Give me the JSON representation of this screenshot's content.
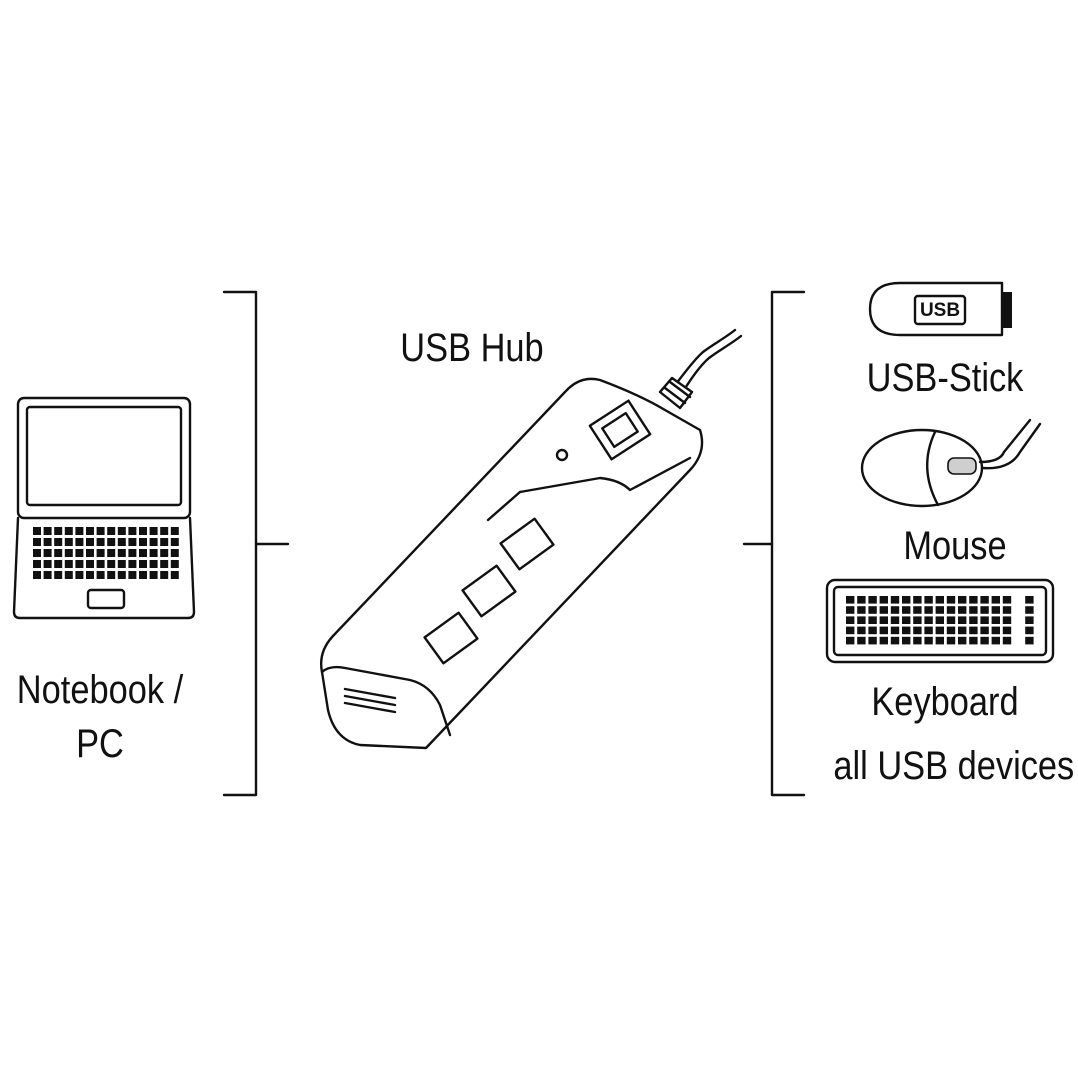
{
  "labels": {
    "notebook_line1": "Notebook /",
    "notebook_line2": "PC",
    "hub": "USB Hub",
    "stick": "USB-Stick",
    "stick_print": "USB",
    "mouse": "Mouse",
    "keyboard": "Keyboard",
    "all_devices": "all USB devices"
  },
  "colors": {
    "line": "#111111",
    "background": "#ffffff"
  }
}
